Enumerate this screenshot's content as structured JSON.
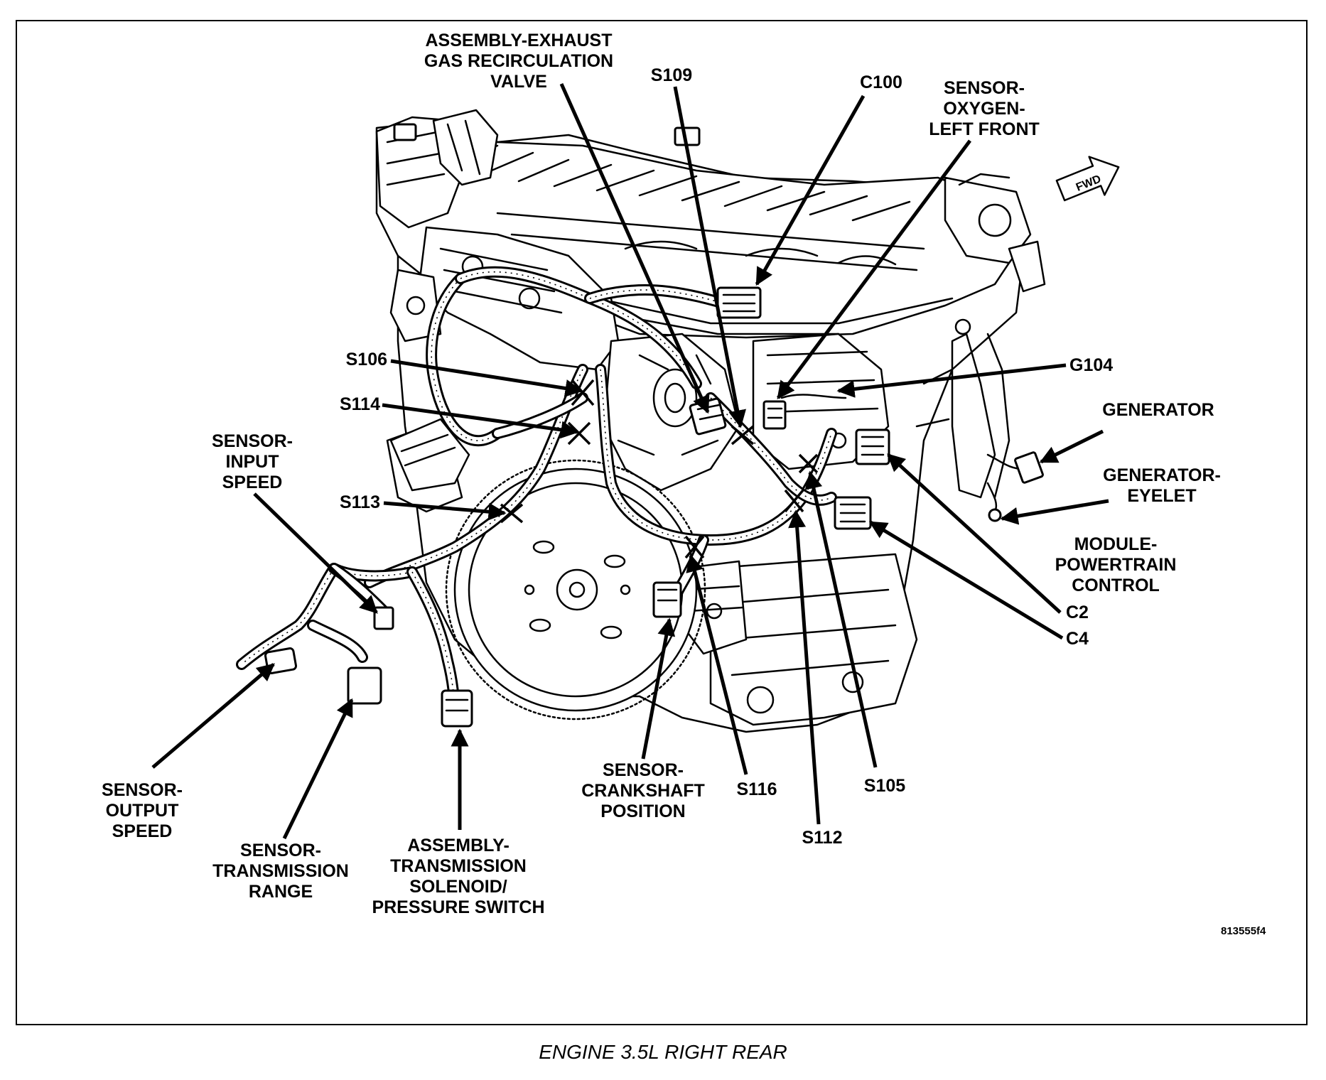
{
  "labels": {
    "egr": [
      "ASSEMBLY-EXHAUST",
      "GAS RECIRCULATION",
      "VALVE"
    ],
    "s109": "S109",
    "c100": "C100",
    "o2": [
      "SENSOR-",
      "OXYGEN-",
      "LEFT FRONT"
    ],
    "fwd": "FWD",
    "s106": "S106",
    "g104": "G104",
    "s114": "S114",
    "generator": "GENERATOR",
    "input_speed": [
      "SENSOR-",
      "INPUT",
      "SPEED"
    ],
    "generator_eyelet": [
      "GENERATOR-",
      "EYELET"
    ],
    "s113": "S113",
    "pcm": [
      "MODULE-",
      "POWERTRAIN",
      "CONTROL"
    ],
    "c2": "C2",
    "c4": "C4",
    "output_speed": [
      "SENSOR-",
      "OUTPUT",
      "SPEED"
    ],
    "crank": [
      "SENSOR-",
      "CRANKSHAFT",
      "POSITION"
    ],
    "s116": "S116",
    "s105": "S105",
    "s112": "S112",
    "trans_range": [
      "SENSOR-",
      "TRANSMISSION",
      "RANGE"
    ],
    "solenoid": [
      "ASSEMBLY-",
      "TRANSMISSION",
      "SOLENOID/",
      "PRESSURE SWITCH"
    ]
  },
  "figure_ref": "813555f4",
  "caption": "ENGINE 3.5L RIGHT REAR"
}
